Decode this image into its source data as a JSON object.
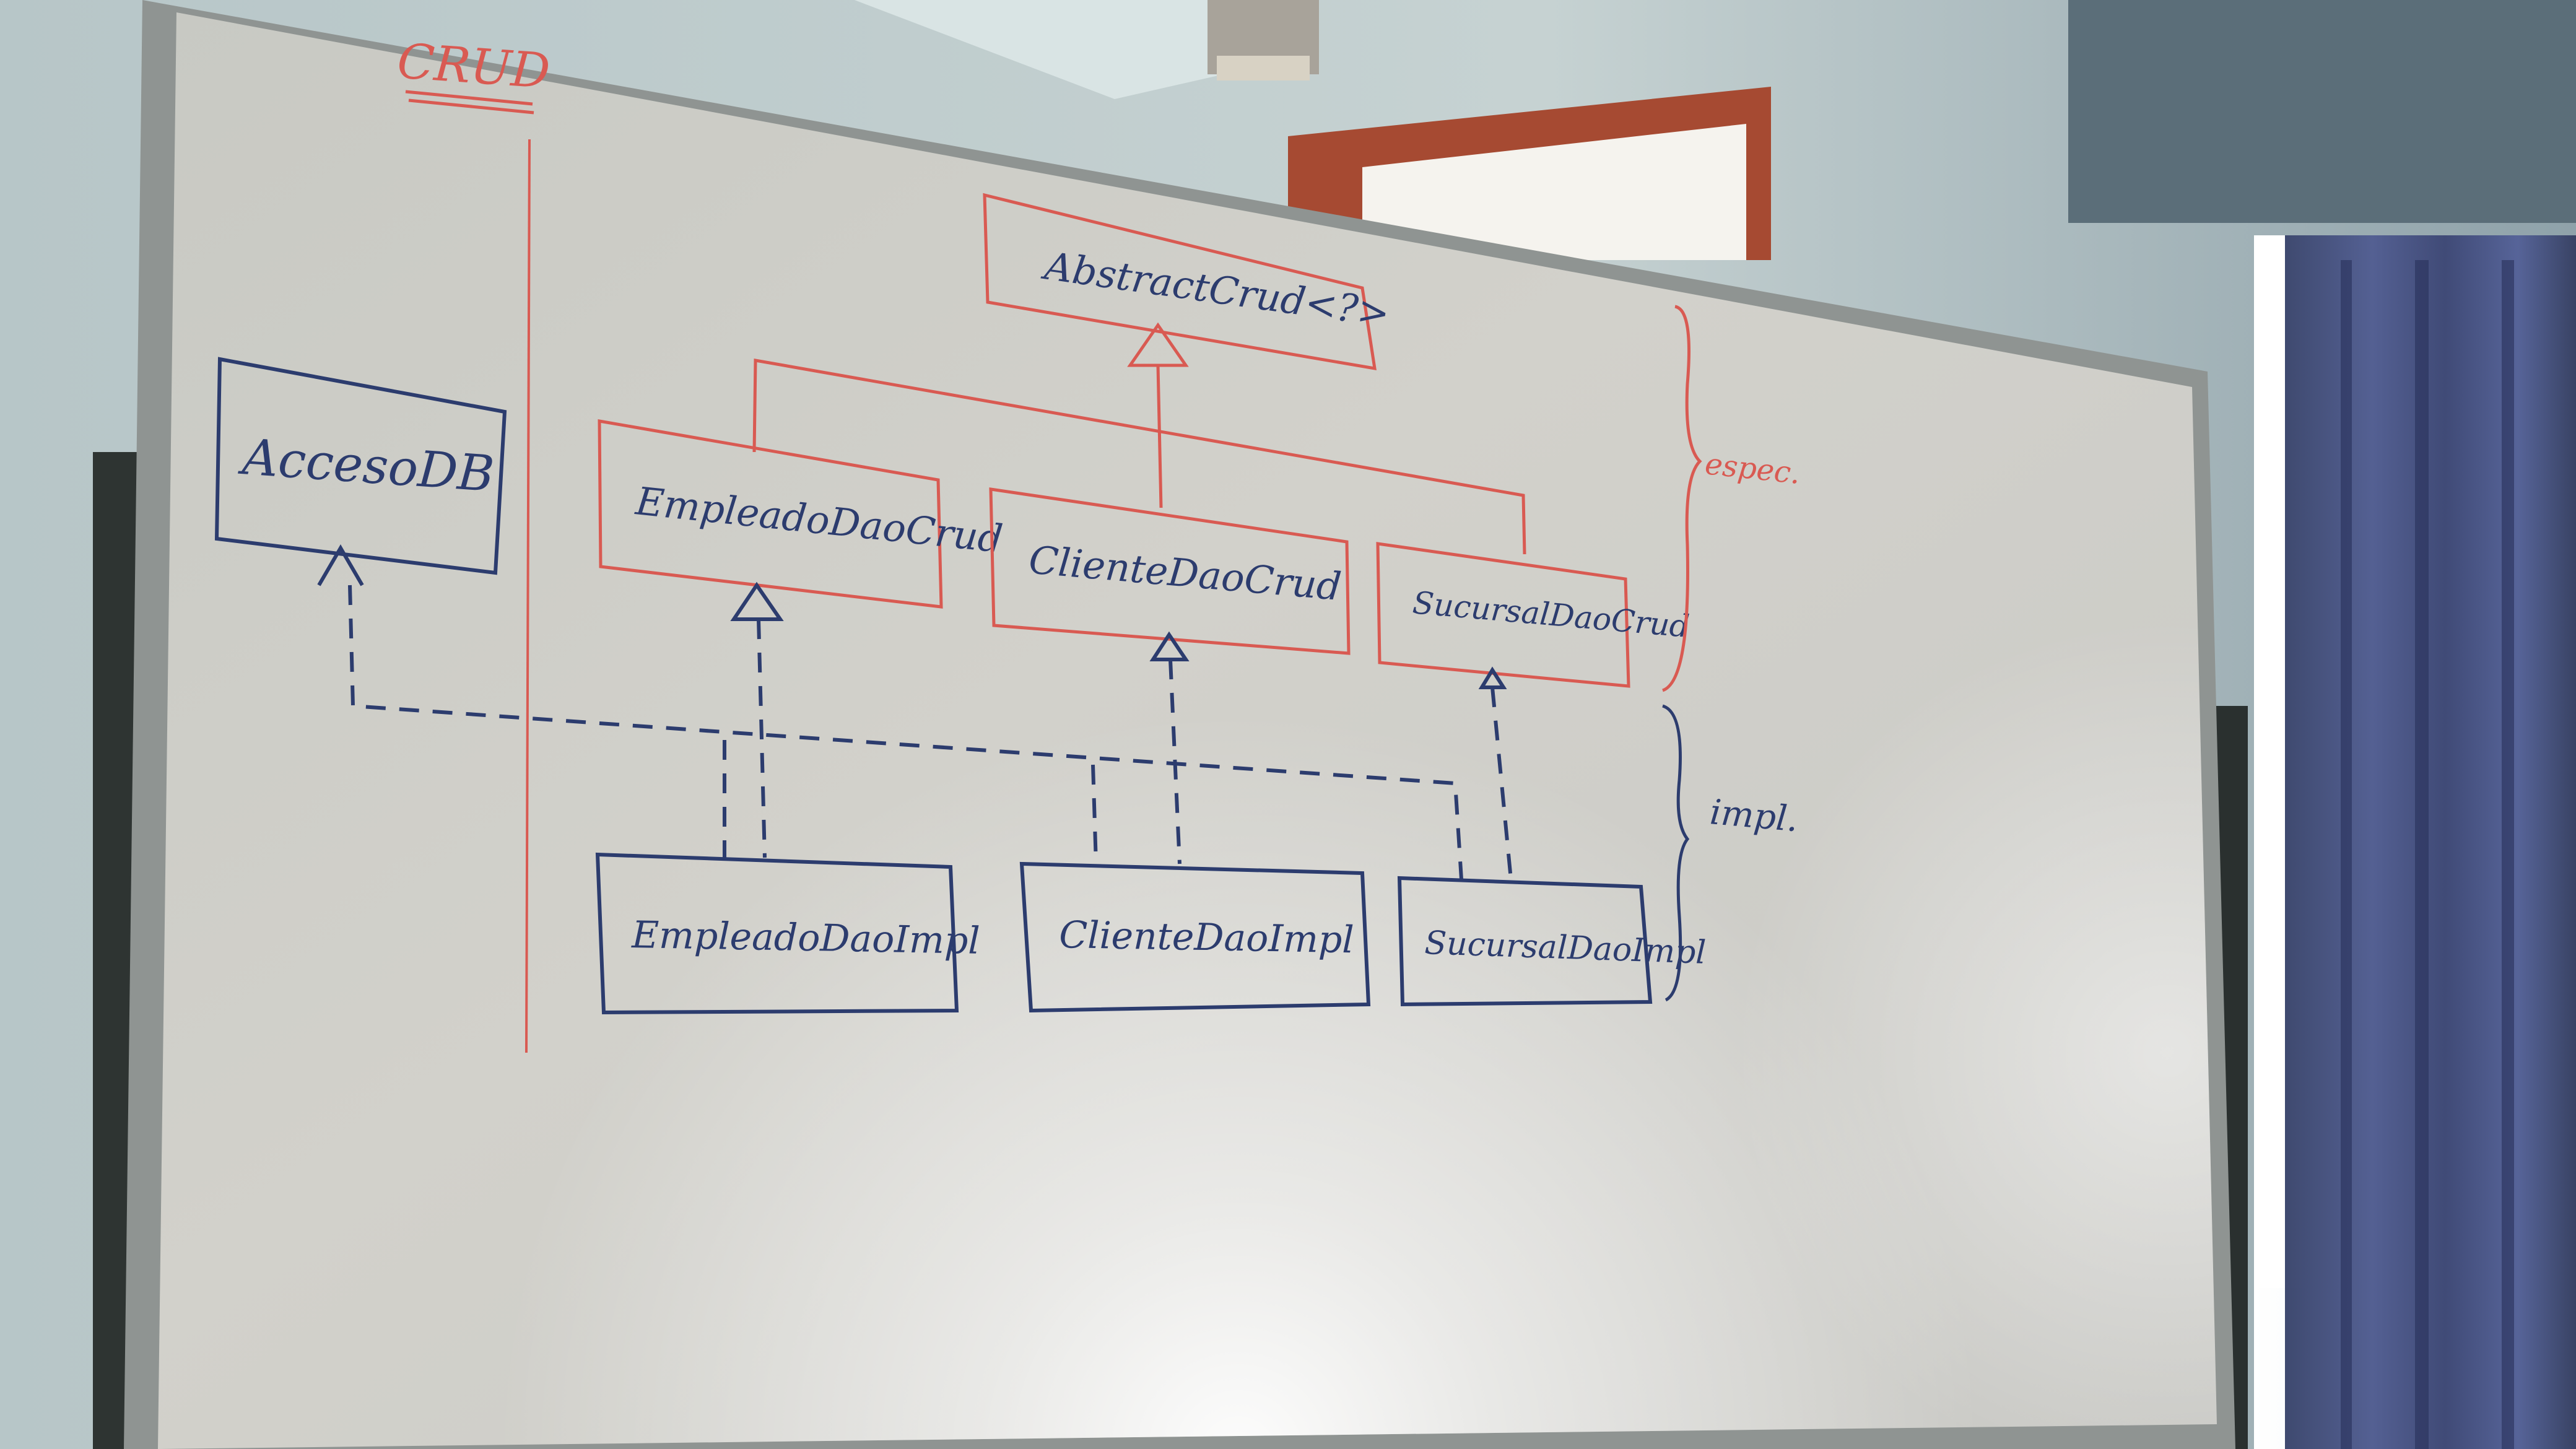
{
  "header": {
    "title": "CRUD"
  },
  "diagram": {
    "abstract": {
      "label": "AbstractCrud<?>"
    },
    "interfaces": [
      {
        "label": "EmpleadoDaoCrud"
      },
      {
        "label": "ClienteDaoCrud"
      },
      {
        "label": "SucursalDaoCrud"
      }
    ],
    "access": {
      "label": "AccesoDB"
    },
    "implementations": [
      {
        "label": "EmpleadoDaoImpl"
      },
      {
        "label": "ClienteDaoImpl"
      },
      {
        "label": "SucursalDaoImpl"
      }
    ],
    "groups": {
      "spec_label": "espec.",
      "impl_label": "impl."
    },
    "colors": {
      "spec_ink": "#d95a52",
      "impl_ink": "#2c3c6e"
    }
  }
}
